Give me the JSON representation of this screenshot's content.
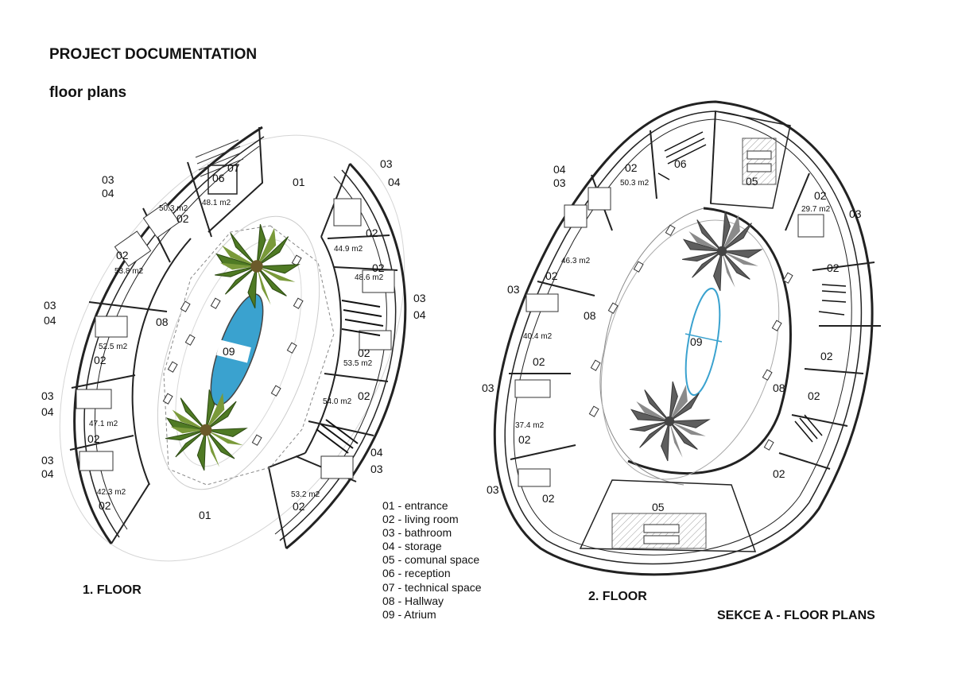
{
  "header": {
    "title": "PROJECT DOCUMENTATION",
    "subtitle": "floor plans"
  },
  "floor1": {
    "name": "1. FLOOR",
    "area_labels": [
      "50.3 m2",
      "48.1 m2",
      "53.8 m2",
      "52.5 m2",
      "47.1 m2",
      "42.3 m2",
      "44.9 m2",
      "48.6 m2",
      "53.5 m2",
      "54.0 m2",
      "53.2 m2"
    ],
    "room_codes": {
      "c01": "01",
      "c02": "02",
      "c03": "03",
      "c04": "04",
      "c06": "06",
      "c07": "07",
      "c08": "08",
      "c09": "09"
    }
  },
  "floor2": {
    "name": "2. FLOOR",
    "area_labels": [
      "50.3 m2",
      "46.3 m2",
      "40.4 m2",
      "37.4 m2",
      "29.7 m2"
    ],
    "room_codes": {
      "c02": "02",
      "c03": "03",
      "c04": "04",
      "c05": "05",
      "c06": "06",
      "c08": "08",
      "c09": "09"
    }
  },
  "legend": [
    "01 - entrance",
    "02 - living room",
    "03 - bathroom",
    "04 - storage",
    "05 - comunal space",
    "06 - reception",
    "07 - technical space",
    "08 - Hallway",
    "09 - Atrium"
  ],
  "footer": {
    "section_title": "SEKCE A - FLOOR PLANS"
  },
  "colors": {
    "pool": "#3aa2cf",
    "palm_green": "#4f7a24",
    "palm_gray": "#6a6a6a",
    "wall": "#222222"
  }
}
